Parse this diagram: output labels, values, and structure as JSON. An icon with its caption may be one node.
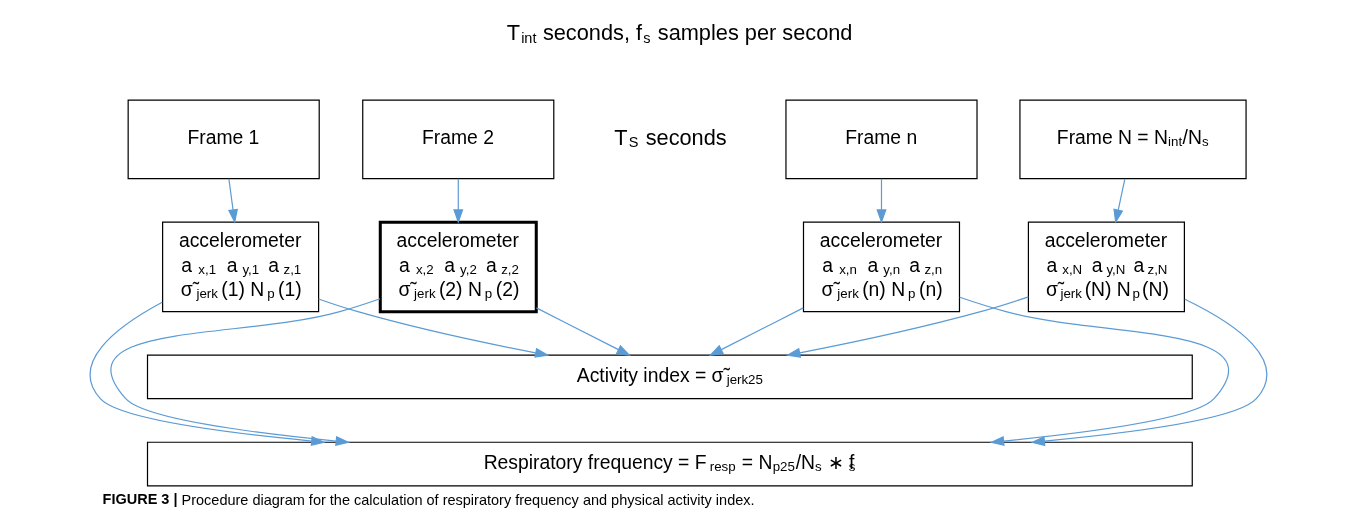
{
  "diagram": {
    "caption": "**FIGURE 3 |** Procedure diagram for the calculation of respiratory frequency and physical activity index.",
    "nodes": [
      {
        "text": [
          "Frame 1"
        ]
      },
      {
        "text": [
          "Frame 2"
        ]
      },
      {
        "text": [
          "Frame n"
        ]
      },
      {
        "text": [
          "Frame N = N$_{int}$/N$_{s}$"
        ]
      },
      {
        "text": [
          "accelerometer",
          "a$_{x,1}$ a$_{y,1}$ a$_{z,1}$",
          "σ̃$_{jerk}$(1) N$_{p}$(1)"
        ]
      },
      {
        "text": [
          "accelerometer",
          "a$_{x,2}$ a$_{y,2}$ a$_{z,2}$",
          "σ̃$_{jerk}$(2) N$_{p}$(2)"
        ]
      },
      {
        "text": [
          "accelerometer",
          "a$_{x,n}$ a$_{y,n}$ a$_{z,n}$",
          "σ̃$_{jerk}$(n) N$_{p}$(n)"
        ]
      },
      {
        "text": [
          "accelerometer",
          "a$_{x,N}$ a$_{y,N}$ a$_{z,N}$",
          "σ̃$_{jerk}$(N) N$_{p}$(N)"
        ]
      },
      {
        "text": [
          "Activity index = σ̃$_{jerk25}$"
        ]
      },
      {
        "text": [
          "Respiratory frequency = F$_{resp}$ = N$_{p25}$/N$_{s}$ ∗ f$_{s}$"
        ]
      }
    ],
    "edges": [
      {
        "from": 0,
        "to": 4,
        "arrow": "to"
      },
      {
        "from": 1,
        "to": 5,
        "arrow": "to"
      },
      {
        "from": 2,
        "to": 6,
        "arrow": "to"
      },
      {
        "from": 3,
        "to": 7,
        "arrow": "to"
      },
      {
        "from": 4,
        "to": 8,
        "arrow": "to"
      },
      {
        "from": 4,
        "to": 9,
        "arrow": "to"
      },
      {
        "from": 5,
        "to": 8,
        "arrow": "to"
      },
      {
        "from": 5,
        "to": 9,
        "arrow": "to"
      },
      {
        "from": 6,
        "to": 8,
        "arrow": "to"
      },
      {
        "from": 6,
        "to": 9,
        "arrow": "to"
      },
      {
        "from": 7,
        "to": 8,
        "arrow": "to"
      },
      {
        "from": 7,
        "to": 9,
        "arrow": "to"
      }
    ],
    "labels": [
      "T$_{int}$ seconds, f$_{s}$ samples per second",
      "T$_{S}$ seconds"
    ]
  }
}
